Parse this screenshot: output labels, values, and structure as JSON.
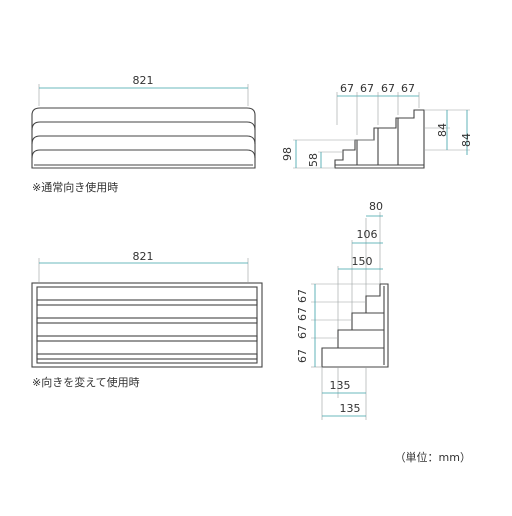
{
  "captions": {
    "normal_use": "※通常向き使用時",
    "rotated_use": "※向きを変えて使用時",
    "unit": "（単位：mm）"
  },
  "dimensions": {
    "top_width": "821",
    "top_side_step1": "67",
    "top_side_step2": "67",
    "top_side_step3": "67",
    "top_side_step4": "67",
    "top_side_total_height": "98",
    "top_side_base_height": "58",
    "top_side_upper_step": "84",
    "top_side_upper_total": "84",
    "bottom_width": "821",
    "bottom_side_80": "80",
    "bottom_side_106": "106",
    "bottom_side_150": "150",
    "bottom_side_v1": "67",
    "bottom_side_v2": "67",
    "bottom_side_v3": "67",
    "bottom_side_v4": "67",
    "bottom_side_135a": "135",
    "bottom_side_135b": "135"
  }
}
